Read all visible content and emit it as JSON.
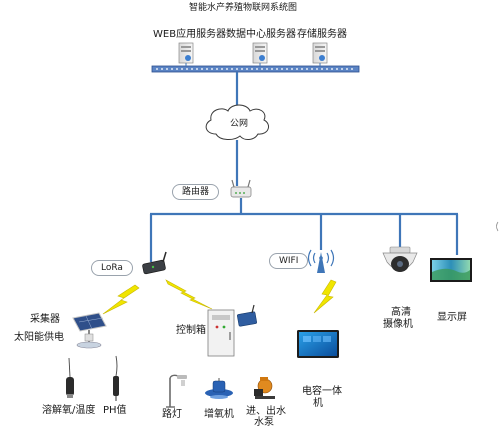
{
  "title": "智能水产养殖物联网系统图",
  "servers": [
    "WEB应用服务器",
    "数据中心服务器",
    "存储服务器"
  ],
  "cloud_label": "公网",
  "router_label": "路由器",
  "lora_label": "LoRa",
  "wifi_label": "WIFI",
  "collector_label": "采集器",
  "solar_label": "太阳能供电",
  "sensor_labels": [
    "溶解氧/温度",
    "PH值"
  ],
  "control_box_label": "控制箱",
  "device_labels": [
    "路灯",
    "增氧机",
    "进、出水",
    "水泵"
  ],
  "monitor_label": [
    "电容一体",
    "机"
  ],
  "camera_label": [
    "高清",
    "摄像机"
  ],
  "display_label": "显示屏",
  "colors": {
    "line": "#3f76b8",
    "bolt": "#f0e500",
    "bolt_edge": "#c9b800"
  }
}
